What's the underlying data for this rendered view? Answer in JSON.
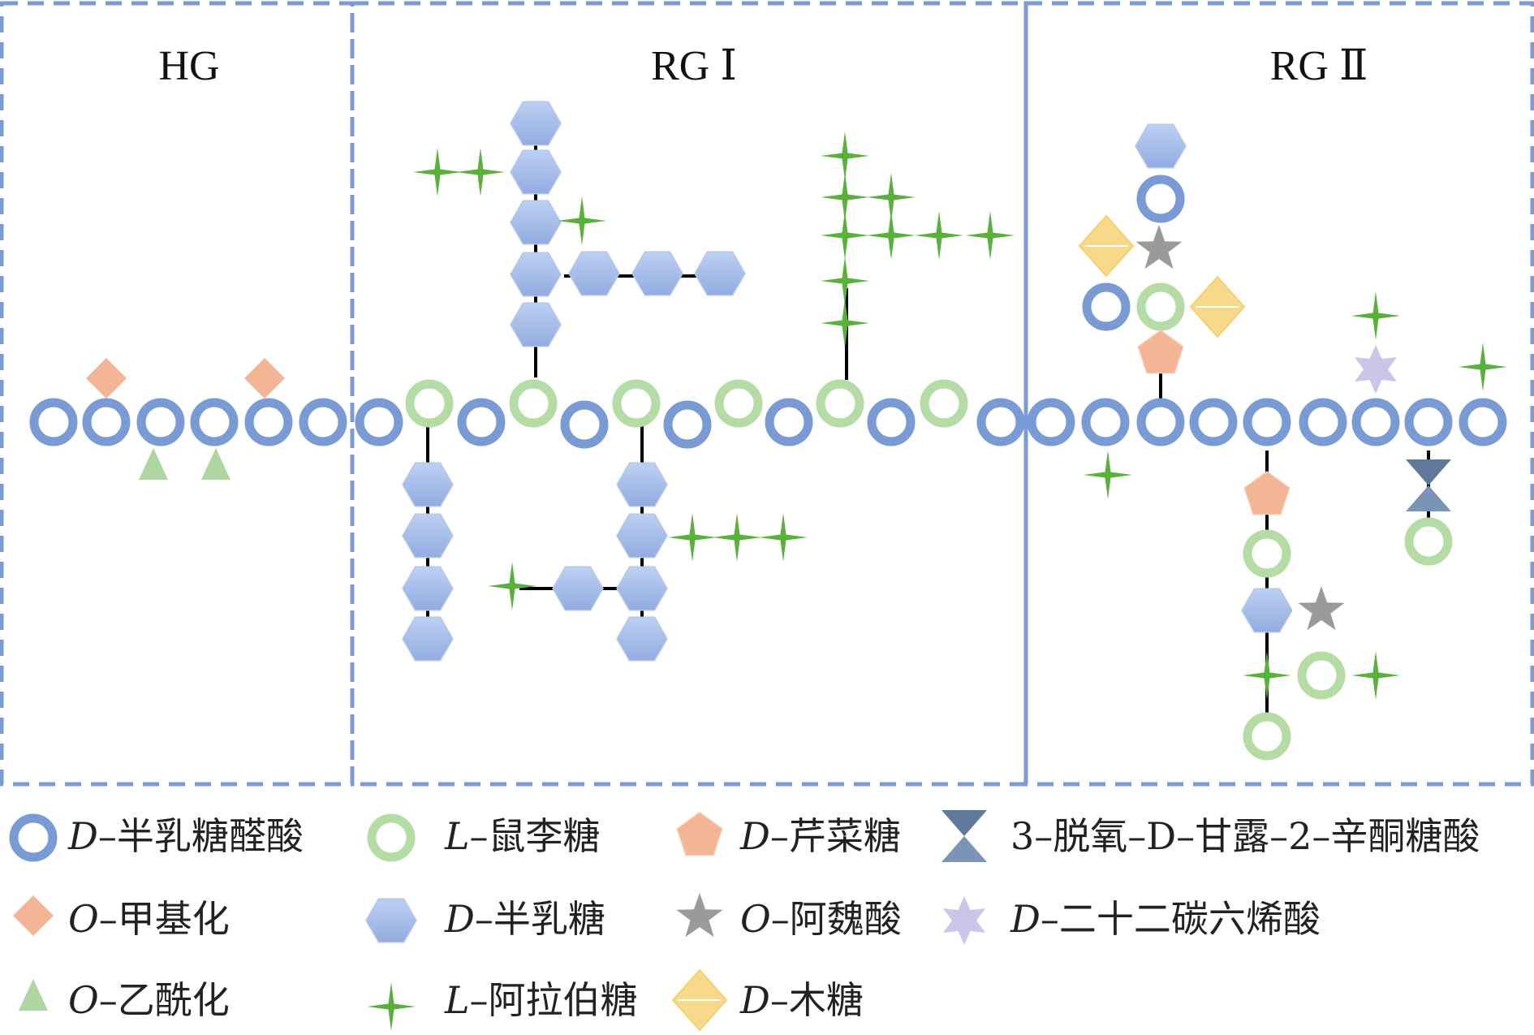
{
  "regions": [
    {
      "id": "hg",
      "title": "HG"
    },
    {
      "id": "rg1",
      "title": "RG Ⅰ"
    },
    {
      "id": "rg2",
      "title": "RG Ⅱ"
    }
  ],
  "legend": [
    {
      "symbol": "galacturonic-acid",
      "prefix": "D",
      "text": "–半乳糖醛酸"
    },
    {
      "symbol": "rhamnose",
      "prefix": "L",
      "text": "–鼠李糖"
    },
    {
      "symbol": "apiose",
      "prefix": "D",
      "text": "–芹菜糖"
    },
    {
      "symbol": "kdo",
      "prefix": "",
      "text": "3–脱氧–D–甘露–2–辛酮糖酸"
    },
    {
      "symbol": "methylation",
      "prefix": "O",
      "text": "–甲基化"
    },
    {
      "symbol": "galactose",
      "prefix": "D",
      "text": "–半乳糖"
    },
    {
      "symbol": "ferulic-acid",
      "prefix": "O",
      "text": "–阿魏酸"
    },
    {
      "symbol": "dha",
      "prefix": "D",
      "text": "–二十二碳六烯酸"
    },
    {
      "symbol": "acetylation",
      "prefix": "O",
      "text": "–乙酰化"
    },
    {
      "symbol": "arabinose",
      "prefix": "L",
      "text": "–阿拉伯糖"
    },
    {
      "symbol": "xylose",
      "prefix": "D",
      "text": "–木糖"
    }
  ],
  "colors": {
    "galacturonic_acid": "#7a9ad6",
    "rhamnose": "#b6dca6",
    "galactose": "#a7bde6",
    "arabinose": "#59b13b",
    "apiose": "#f3b595",
    "methylation": "#f3b595",
    "acetylation": "#afd6a0",
    "ferulic_acid": "#9a9a9a",
    "dha": "#c9c6ea",
    "xylose": "#f8d88a",
    "kdo": "#6d84a6",
    "border": "#7c9ad3"
  }
}
